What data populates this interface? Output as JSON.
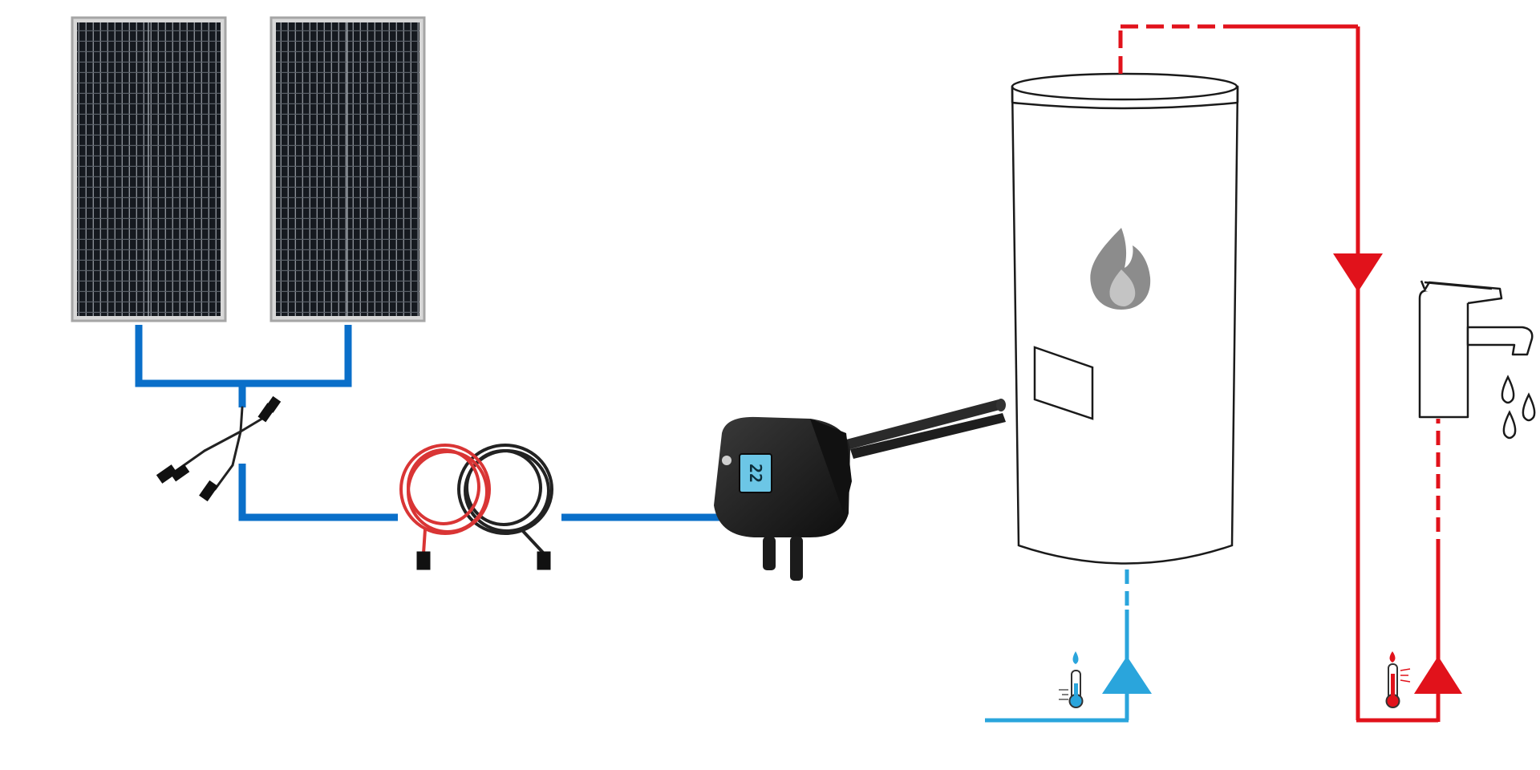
{
  "colors": {
    "dc_cable": "#0a6fc9",
    "cold_water": "#2aa5dc",
    "hot_water": "#e1121b",
    "panel_frame": "#b9b9b9",
    "panel_cell": "#15191f",
    "controller_body": "#1c1c1c",
    "lcd": "#6cc6e6",
    "tank_outline": "#1a1a1a",
    "flame": "#8c8c8c"
  },
  "components": {
    "solar_panels": {
      "count": 2,
      "icon": "solar-panel-icon"
    },
    "y_connector": {
      "icon": "y-branch-connector-icon"
    },
    "extension_cables": {
      "colors": [
        "red",
        "black"
      ],
      "icon": "cable-coil-icon"
    },
    "controller": {
      "icon": "immersion-controller-icon",
      "display": "22"
    },
    "heating_rod": {
      "icon": "heating-rod-icon"
    },
    "tank": {
      "icon": "water-tank-icon",
      "flame_icon": "flame-icon"
    },
    "faucet": {
      "icon": "faucet-icon",
      "drops_icon": "water-drops-icon"
    },
    "cold_inlet": {
      "arrow": "up-arrow-icon",
      "thermometer": "cold-thermometer-icon"
    },
    "hot_outlet": {
      "arrow": "down-arrow-icon"
    },
    "hot_return": {
      "arrow": "up-arrow-icon",
      "thermometer": "hot-thermometer-icon"
    }
  }
}
